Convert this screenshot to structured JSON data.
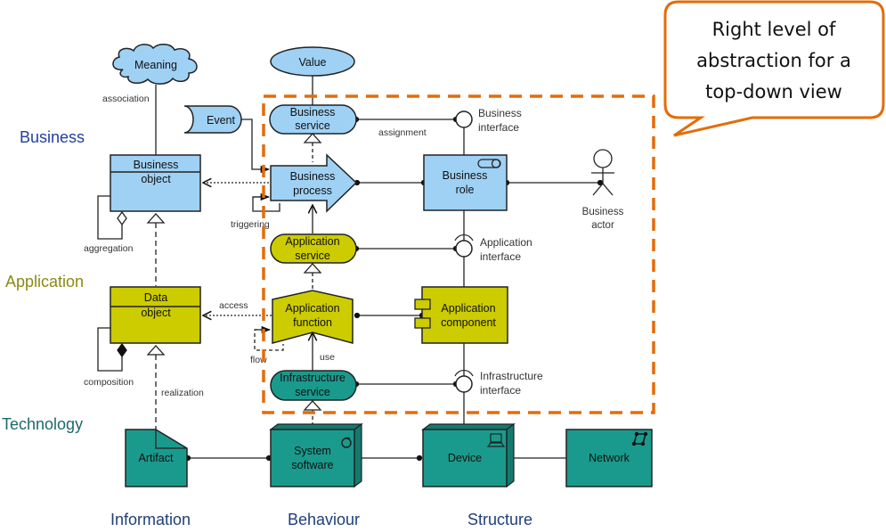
{
  "colors": {
    "business": "#9fd1f5",
    "application": "#cccc00",
    "technology": "#1a9a8c",
    "technology_dark": "#137a6f",
    "highlight": "#e46c0a",
    "business_label": "#2340a0",
    "application_label": "#8a8a10",
    "technology_label": "#1c6a6a",
    "aspect_label": "#1f3f7a"
  },
  "layers": {
    "business": "Business",
    "application": "Application",
    "technology": "Technology"
  },
  "aspects": {
    "information": "Information",
    "behaviour": "Behaviour",
    "structure": "Structure"
  },
  "callout": {
    "lines": [
      "Right level of",
      "abstraction for a",
      "top-down view"
    ]
  },
  "nodes": {
    "meaning": "Meaning",
    "value": "Value",
    "event": "Event",
    "business_object": [
      "Business",
      "object"
    ],
    "business_service": [
      "Business",
      "service"
    ],
    "business_process": [
      "Business",
      "process"
    ],
    "business_role": [
      "Business",
      "role"
    ],
    "business_actor": [
      "Business",
      "actor"
    ],
    "business_interface": [
      "Business",
      "interface"
    ],
    "data_object": [
      "Data",
      "object"
    ],
    "application_service": [
      "Application",
      "service"
    ],
    "application_function": [
      "Application",
      "function"
    ],
    "application_component": [
      "Application",
      "component"
    ],
    "application_interface": [
      "Application",
      "interface"
    ],
    "infrastructure_service": [
      "Infrastructure",
      "service"
    ],
    "infrastructure_interface": [
      "Infrastructure",
      "interface"
    ],
    "artifact": "Artifact",
    "system_software": [
      "System",
      "software"
    ],
    "device": "Device",
    "network": "Network"
  },
  "relations": {
    "association": "association",
    "assignment": "assignment",
    "triggering": "triggering",
    "aggregation": "aggregation",
    "access": "access",
    "flow": "flow",
    "use": "use",
    "composition": "composition",
    "realization": "realization"
  }
}
